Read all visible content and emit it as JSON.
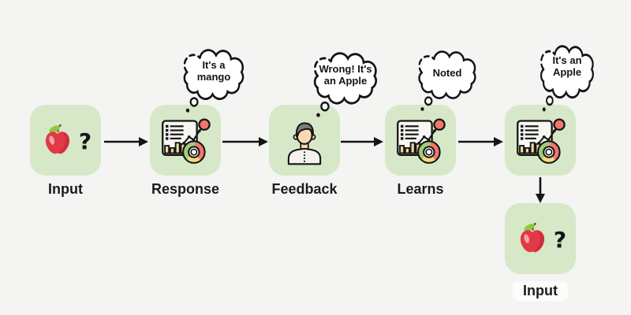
{
  "colors": {
    "bg": "#f4f4f2",
    "node-fill": "#d6e8c7",
    "ink": "#141414",
    "salmon": "#f1766b",
    "chart-green": "#9ecb7d",
    "chart-yellow": "#f8d77e",
    "bar-tan": "#ecd79d",
    "panel": "#f7f6f3",
    "apple-red": "#e23944",
    "apple-shade": "#c92c3a",
    "leaf-green": "#8fc83d",
    "stem-brown": "#7c4a22",
    "hair-gray": "#7f7e7c",
    "skin": "#fbd7b2",
    "shirt": "#f3f2ef"
  },
  "icons": {
    "apple": "apple-icon",
    "question": "question-mark",
    "analytics": "analytics-chart-icon",
    "person": "person-icon",
    "thought": "thought-cloud-icon",
    "arrow": "arrow-icon"
  },
  "nodes": {
    "input1": {
      "label": "Input",
      "question_mark": "?"
    },
    "response": {
      "label": "Response",
      "thought": "It's a mango"
    },
    "feedback": {
      "label": "Feedback",
      "thought": "Wrong! It's an Apple"
    },
    "learns": {
      "label": "Learns",
      "thought": "Noted"
    },
    "predicts": {
      "thought": "It's an Apple"
    },
    "input2": {
      "label": "Input",
      "question_mark": "?"
    }
  }
}
